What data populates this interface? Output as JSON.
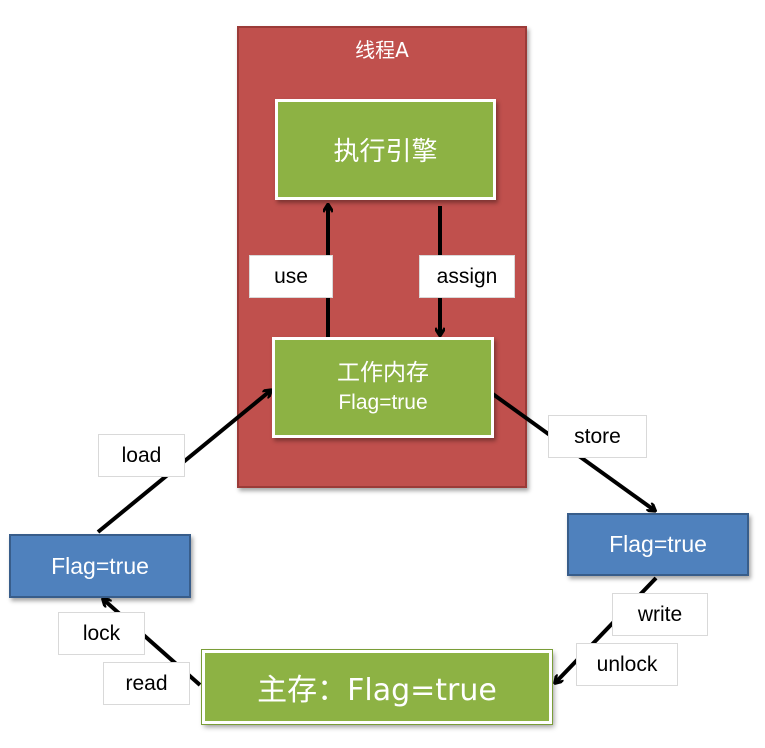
{
  "thread": {
    "title": "线程A"
  },
  "engine": {
    "label": "执行引擎"
  },
  "work_memory": {
    "line1": "工作内存",
    "line2": "Flag=true"
  },
  "left_copy": {
    "label": "Flag=true"
  },
  "right_copy": {
    "label": "Flag=true"
  },
  "main_memory": {
    "label": "主存：Flag=true"
  },
  "ops": {
    "use": "use",
    "assign": "assign",
    "load": "load",
    "store": "store",
    "write": "write",
    "unlock": "unlock",
    "lock": "lock",
    "read": "read"
  },
  "colors": {
    "thread_red": "#c0504d",
    "box_green": "#8db244",
    "box_blue": "#4f81bd",
    "arrow": "#000000"
  }
}
